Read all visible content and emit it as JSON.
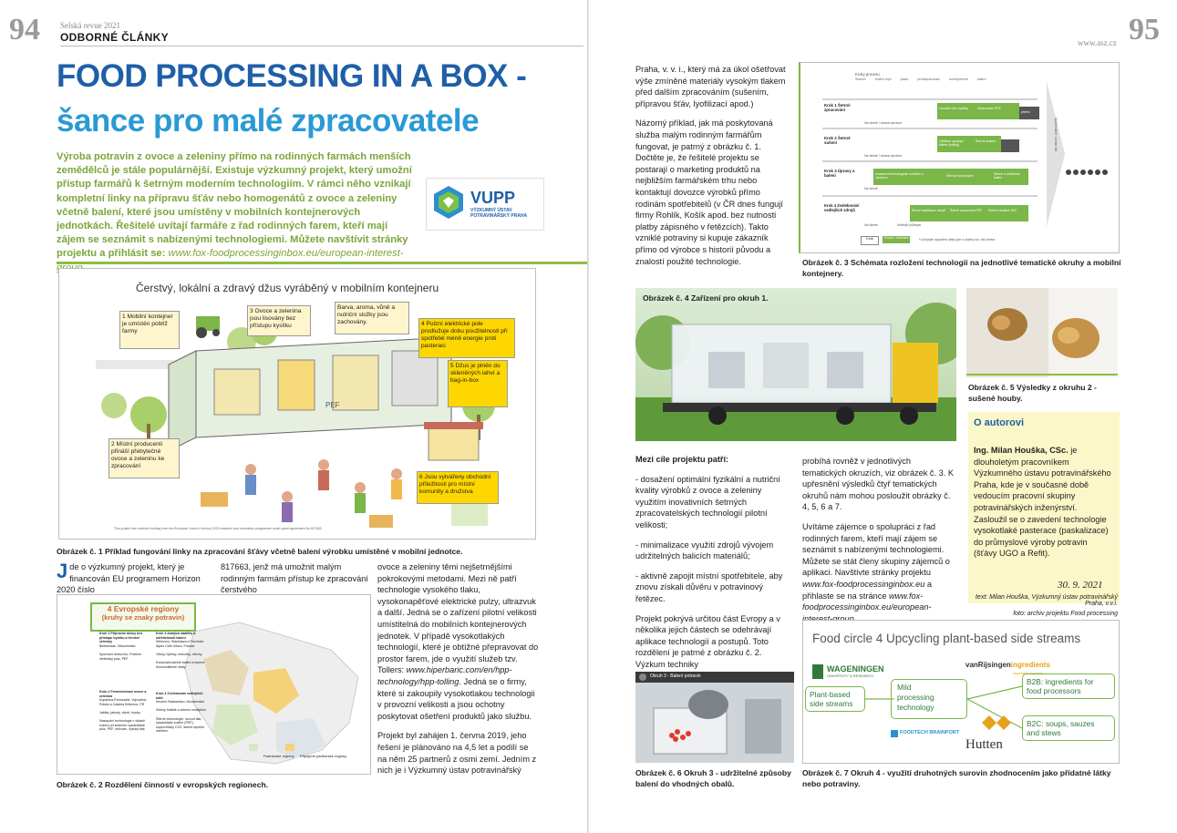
{
  "page_left": {
    "number": "94",
    "magazine": "Selská revue 2021",
    "section": "ODBORNÉ ČLÁNKY",
    "title_line1": "FOOD PROCESSING IN A BOX -",
    "title_line2": "šance pro malé zpracovatele",
    "lead_text": "Výroba potravin z ovoce a zeleniny přímo na rodinných farmách menších zemědělců je stále populárnější. Existuje výzkumný projekt, který umožní přístup farmářů k šetrným moderním technologiím. V rámci něho vznikají kompletní linky na přípravu šťáv nebo homogenátů z ovoce a zeleniny včetně balení, které jsou umístěny v mobilních kontejnerových jednotkách. Řešitelé uvítají farmáře z řad rodinných farem, kteří mají zájem se seznámit s nabízenými technologiemi. Můžete navštívit stránky projektu a přihlásit se:",
    "lead_link": "www.fox-foodprocessinginbox.eu/european-interest-group",
    "lead_end": ".",
    "logo_name": "VUPP",
    "logo_sub1": "VÝZKUMNÝ ÚSTAV",
    "logo_sub2": "POTRAVINÁŘSKÝ PRAHA",
    "fig1": {
      "title": "Čerstvý, lokální a zdravý džus vyráběný v mobilním kontejneru",
      "label1": "1 Mobilní kontejner je umístěn poblíž farmy",
      "label2": "2 Místní producenti přináší přebytečné ovoce a zeleninu ke zpracování",
      "label3": "3 Ovoce a zelenina jsou lisovány bez přístupu kyslíku",
      "label_color": "Barva, aroma, vůně a nutriční složky jsou zachovány.",
      "label4": "4 Pulzní elektrické pole prodlužuje dobu použitelnosti při spotřebě méně energie proti pasteraci",
      "label5": "5 Džus je plněn do skleněných lahví a bag-in-box",
      "label6": "6 Jsou vytvářeny obchodní příležitosti pro místní komunity a družstva",
      "pef": "PEF",
      "footnote": "This project has received funding from the European Union's Horizon 2020 research and innovation programme under grant agreement No 817683",
      "caption": "Obrázek č. 1 Příklad fungování linky na zpracování šťávy včetně balení výrobku umístěné v mobilní jednotce."
    },
    "col1_dropcap": "J",
    "col1_text": "de o výzkumný projekt, který je financován EU programem Horizon 2020 číslo",
    "col2_text": "817663, jenž má umožnit malým rodinným farmám přístup ke zpracování čerstvého",
    "fig2": {
      "title1": "4 Evropské regiony",
      "title2": "(kruhy se znaky potravin)",
      "k1": "Kruh 1 Přípravné džusy bez přístupu kyslíku a čerstvé zeleniny",
      "k1_loc": "Beekenaas, Nizozemsko",
      "k1_items": "Sportovní šťáva bio, Posílení elektrický pulz, PEF",
      "k2": "Kruh 2 Fermentované ovoce a zelenina",
      "k2_loc": "Kopanica-Pomoravie, Vojvodina, Polsko a Castela Kritemos, ČR",
      "k2_items": "Jablka, jahody, višně, houby",
      "k2_items2": "Nasopolní technologie v oblasti sušení při sušením vysokotlaké pulz, PEF, ohřívání, vysoký tlak",
      "k3": "Kruh 3 Analýza stability a udržitelnosti balení",
      "k3_loc": "Selenovo, Stanislava a Provincie Alpes Côte d'Azur, Francie",
      "k3_items": "Olivky, bylinky, meruňky, ořechy",
      "k3_items2": "Kompostovatelné balení a lepené biorozložitelné obaly",
      "k4": "Kruh 4 Zvelebování vedlejších toků",
      "k4_loc": "Severní Brabantsko, Nizozemsko",
      "k4_items": "Zelený hrášek a zelenin vedlejšími",
      "k4_items2": "Šetrné technologie: rozvod tlak, vysokotlaké sušení (PEF), supercritický CO2, šetrné tepelné ošetření",
      "legend1": "Partnerské regiony",
      "legend2": "Připojené partnerské regiony",
      "caption": "Obrázek č. 2 Rozdělení činností v evropských regionech."
    },
    "col3_p1": "ovoce a zeleniny těmi nejšetrnějšími pokrokovými metodami. Mezi ně patří technologie vysokého tlaku, vysokonapěťové elektrické pulzy, ultrazvuk a další. Jedná se o zařízení pilotní velikosti umístitelná do mobilních kontejnerových jednotek. V případě vysokotlakých technologií, které je obtížné přepravovat do prostor farem, jde o využití služeb tzv. Tollers:",
    "col3_link": "www.hiperbaric.com/en/hpp-technology/hpp-tolling",
    "col3_p1b": ". Jedná se o firmy, které si zakoupily vysokotlakou technologii v provozní velikosti a jsou ochotny poskytovat ošetření produktů jako službu.",
    "col3_p2": "Projekt byl zahájen 1. června 2019, jeho řešení je plánováno na 4,5 let a podílí se na něm 25 partnerů z osmi zemí. Jedním z nich je i Výzkumný ústav potravinářský"
  },
  "page_right": {
    "number": "95",
    "website": "www.asz.cz",
    "col1_p1": "Praha, v. v. i., který má za úkol ošetřovat výše zmíněné materiály vysokým tlakem před dalším zpracováním (sušením, přípravou šťáv, lyofilizací apod.)",
    "col1_p2": "Názorný příklad, jak má poskytovaná služba malým rodinným farmářům fungovat, je patrný z obrázku č. 1. Dočtěte je, že řešitelé projektu se postarají o marketing produktů na nejbližším farmářském trhu nebo kontaktují dovozce výrobků přímo rodinám spotřebitelů (v ČR dnes fungují firmy Rohlík, Košík apod. bez nutnosti platby zápisného v řetězcích). Takto vzniklé potraviny si kupuje zákazník přímo od výrobce s historií původu a znalostí použité technologie.",
    "fig3": {
      "caption": "Obrázek č. 3 Schémata rozložení technologií na jednotlivé tematické okruhy a mobilní kontejnery.",
      "header": "Kroky procesu",
      "cols": [
        "Sklizeň",
        "třídění mytí",
        "pasní",
        "předzpracování",
        "kontejnerové",
        "balení"
      ],
      "k1": "Krok 1 Šetrné zpracování",
      "k1_b1": "Lisování bez kyslíku",
      "k1_b2": "Zpracování PEF",
      "k1_b3": "plnění",
      "k1_note": "Na farmě / strana výrobce",
      "k2": "Krok 2 Šetrné sušení",
      "k2_b1": "Ošetření vysokým tlakem (tolling)",
      "k2_b2": "Šetrné sušení",
      "k2_note": "Na farmě / strana výrobce",
      "k3": "Krok 3 Úpravy a balení",
      "k3_b1": "Inovativní technologické uvolnění a vybavení",
      "k3_b2": "Šetrný mezistupeň",
      "k3_b3": "Šetrné a udržitelné balení",
      "k3_note": "Na farmě",
      "k4": "Krok 4 Zvelebování vedlejších zdrojů",
      "k4_b1": "Šetrné stabilizace zdrojů",
      "k4_b2": "Šetrné zpracování PEF",
      "k4_b3": "Šetrné extrakce SCF",
      "k4_note": "Na farmě",
      "k4_note2": "Vedlejší průmysl",
      "legend_a": "Krok",
      "legend_b": "Ovoce / zelenina",
      "legend_c": "V případě vysokého tlaku jde o služby tzv. toll centra",
      "side": "Spotřebitelé / místní trh"
    },
    "fig4_caption": "Obrázek č. 4 Zařízení pro okruh 1.",
    "fig5_caption": "Obrázek č. 5 Výsledky z okruhu 2 - sušené houby.",
    "goals_title": "Mezi cíle projektu patří:",
    "goal1": "- dosažení optimální fyzikální a nutriční kvality výrobků z ovoce a zeleniny využitím inovativních šetrných zpracovatelských technologií pilotní velikosti;",
    "goal2": "- minimalizace využití zdrojů vývojem udržitelných balicích materiálů;",
    "goal3": "- aktivně zapojit místní spotřebitele, aby znovu získali důvěru v potravinový řetězec.",
    "col2_p1": "Projekt pokrývá určitou část Evropy a v několika jejich částech se odehrávají aplikace technologií a postupů. Toto rozdělení je patrné z obrázku č. 2. Výzkum techniky",
    "col3_p1": "probíhá rovněž v jednotlivých tematických okruzích, viz obrázek č. 3. K upřesnění výsledků čtyř tematických okruhů nám mohou posloužit obrázky č. 4, 5, 6 a 7.",
    "col3_p2": "Uvítáme zájemce o spolupráci z řad rodinných farem, kteří mají zájem se seznámit s nabízenými technologiemi. Můžete se stát členy skupiny zájemců o aplikaci. Navštivte stránky projektu",
    "col3_link1": "www.fox-foodprocessinginbox.eu",
    "col3_mid": "a přihlaste se na stránce",
    "col3_link2": "www.fox-foodprocessinginbox.eu/european-interest-group",
    "col3_end": ".",
    "fig6_caption": "Obrázek č. 6 Okruh 3 - udržitelné způsoby balení do vhodných obalů.",
    "fig6_video": "Okruh 3 - Balení potravin",
    "author_title": "O autorovi",
    "author_name": "Ing. Milan Houška, CSc.",
    "author_text": "je dlouholetým pracovníkem Výzkumného ústavu potravinářského Praha, kde je v současné době vedoucím pracovní skupiny potravinářských inženýrství. Zasloužil se o zavedení technologie vysokotlaké pasterace (paskalizace) do průmyslové výroby potravin (šťávy UGO a Refit).",
    "date": "30. 9. 2021",
    "credit1": "text: Milan Houška, Výzkumný ústav potravinářský Praha, v.v.i.",
    "credit2": "foto: archiv projektu Food processing",
    "fig7": {
      "title": "Food circle 4 Upcycling plant-based side streams",
      "wur": "WAGENINGEN",
      "wur_sub": "UNIVERSITY & RESEARCH",
      "vanr": "vanRijsingen",
      "vanr2": "ingredients",
      "vanr_sub": "vegetable explorer",
      "box1a": "Plant-based",
      "box1b": "side streams",
      "box2a": "Mild",
      "box2b": "processing",
      "box2c": "technology",
      "box3a": "B2B: ingredients for",
      "box3b": "food processors",
      "box4a": "B2C: soups, sauzes",
      "box4b": "and stews",
      "ftb": "FOODTECH BRAINPORT",
      "hutten": "Hutten",
      "caption": "Obrázek č. 7 Okruh 4 - využití druhotných surovin zhodnocením jako přídatné látky nebo potraviny."
    }
  }
}
